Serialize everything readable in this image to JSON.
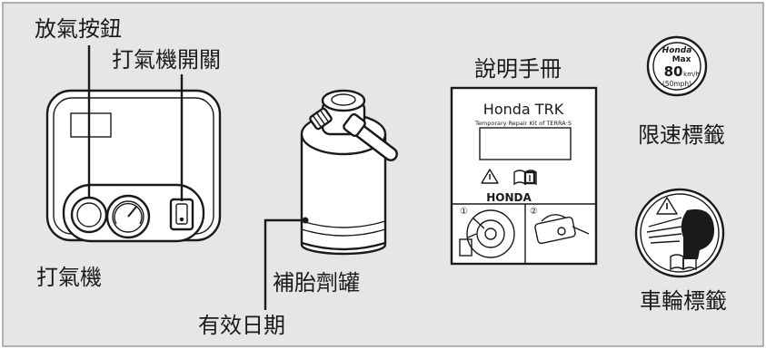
{
  "labels": {
    "release_button": "放氣按鈕",
    "inflate_switch": "打氣機開關",
    "compressor": "打氣機",
    "sealant_bottle": "補胎劑罐",
    "expiry_date": "有效日期",
    "manual": "說明手冊",
    "speed_label": "限速標籤",
    "wheel_label": "車輪標籤"
  },
  "manual_card": {
    "title": "Honda TRK",
    "subtitle": "Temporary Repair Kit of TERRA·S",
    "brand": "HONDA",
    "step1": "①",
    "step2": "②"
  },
  "speed_badge": {
    "brand": "Honda",
    "max": "Max",
    "speed": "80",
    "unit": "km/h",
    "mph": "(50mph)"
  },
  "colors": {
    "background": "#e6e6e6",
    "line": "#1a1a1a",
    "device": "#ffffff"
  }
}
